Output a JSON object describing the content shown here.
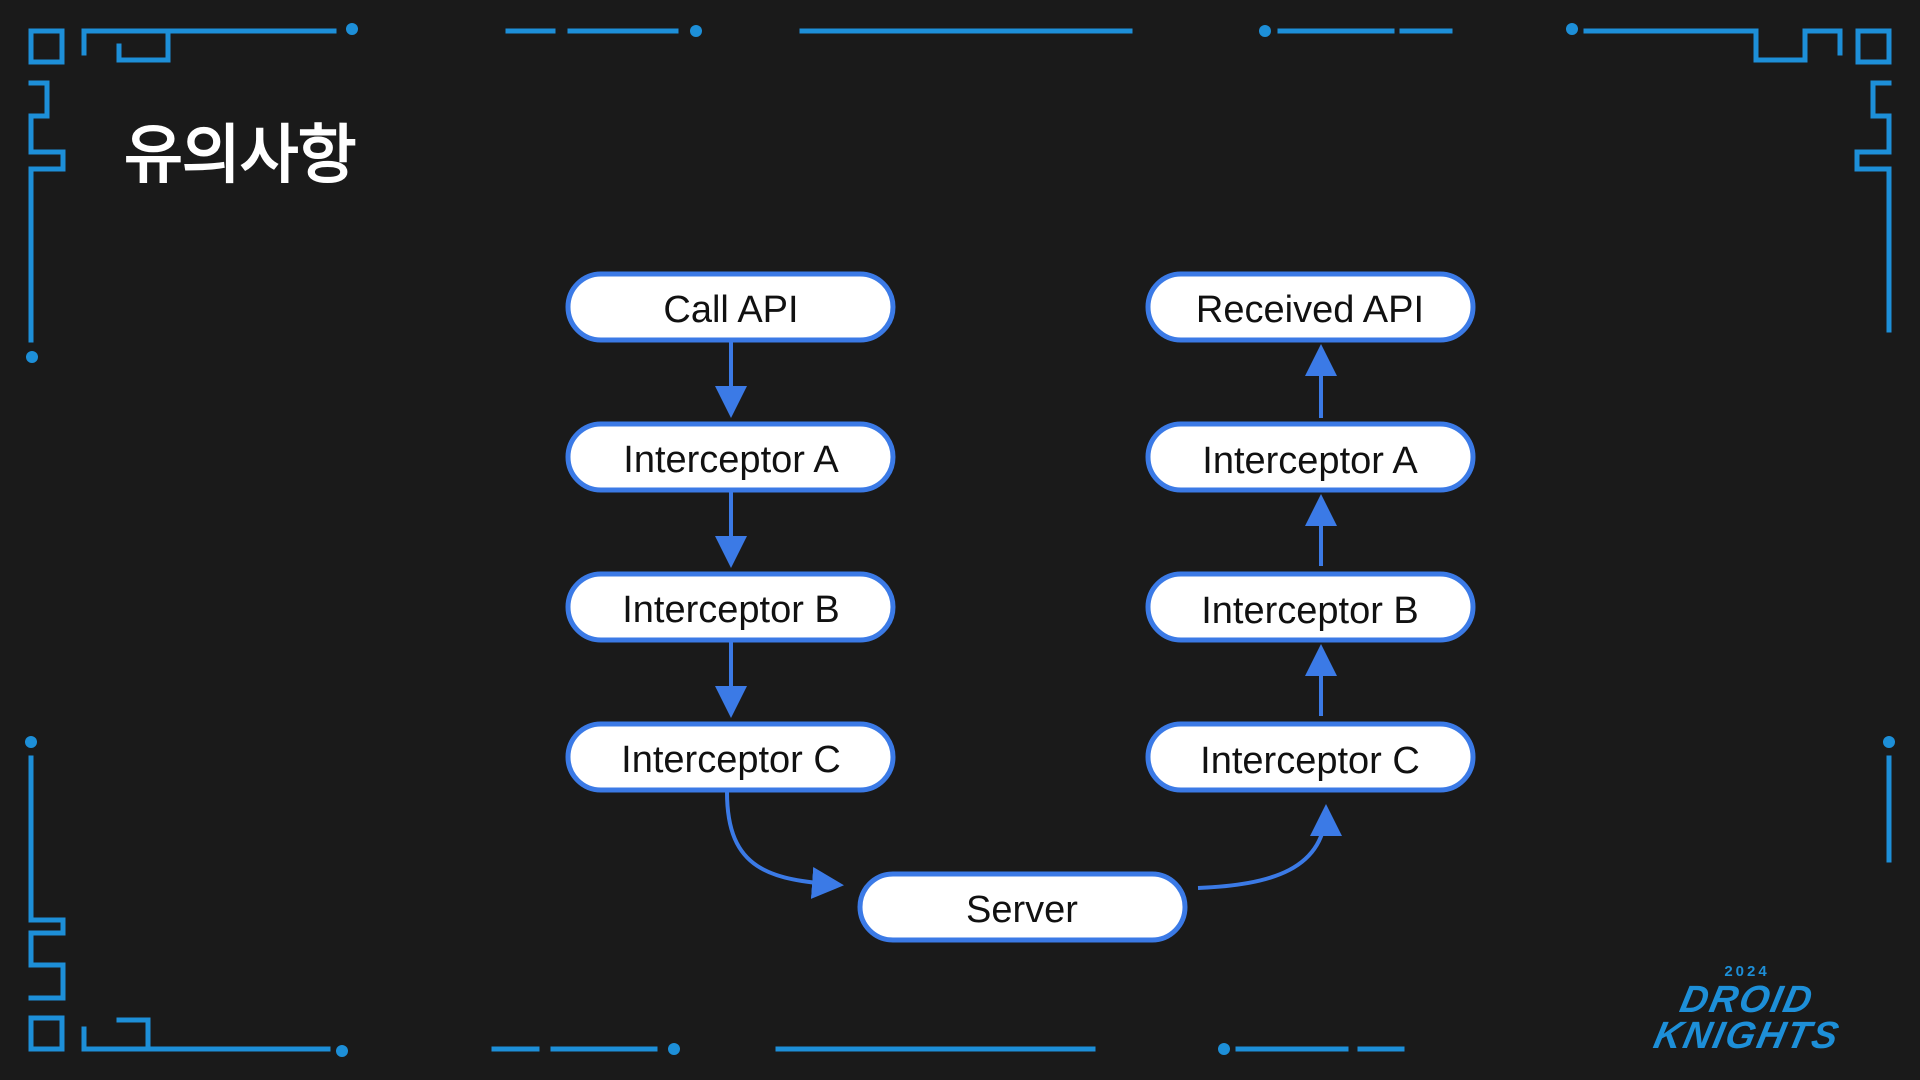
{
  "slide": {
    "title": "유의사항"
  },
  "diagram": {
    "request_chain": {
      "start": "Call API",
      "steps": [
        "Interceptor A",
        "Interceptor B",
        "Interceptor C"
      ]
    },
    "server": "Server",
    "response_chain": {
      "steps": [
        "Interceptor C",
        "Interceptor B",
        "Interceptor A"
      ],
      "end": "Received API"
    }
  },
  "logo": {
    "year": "2024",
    "line1": "DROID",
    "line2": "KNIGHTS"
  },
  "colors": {
    "background": "#1a1a1a",
    "accent": "#3b7ae6",
    "frame": "#1d8fd8",
    "node_fill": "#ffffff"
  }
}
